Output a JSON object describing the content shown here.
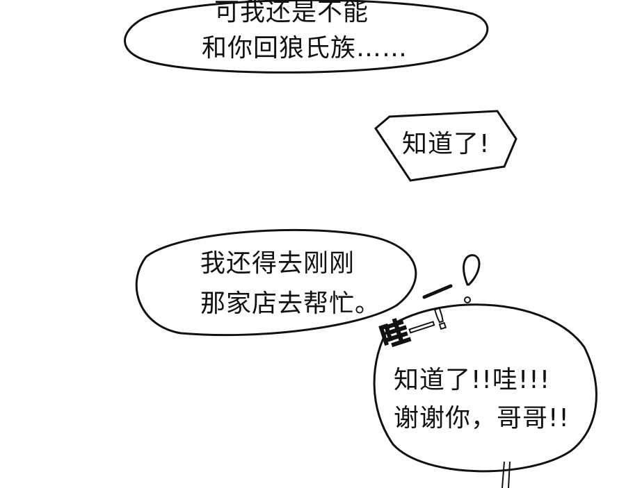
{
  "bubbles": [
    {
      "lines": [
        "可我还是不能",
        "和你回狼氏族……"
      ]
    },
    {
      "lines": [
        "知道了!"
      ]
    },
    {
      "lines": [
        "我还得去刚刚",
        "那家店去帮忙。"
      ]
    },
    {
      "lines": [
        "知道了!!哇!!!",
        "谢谢你，哥哥!!"
      ]
    }
  ],
  "sfx": {
    "text": "哇—!"
  }
}
